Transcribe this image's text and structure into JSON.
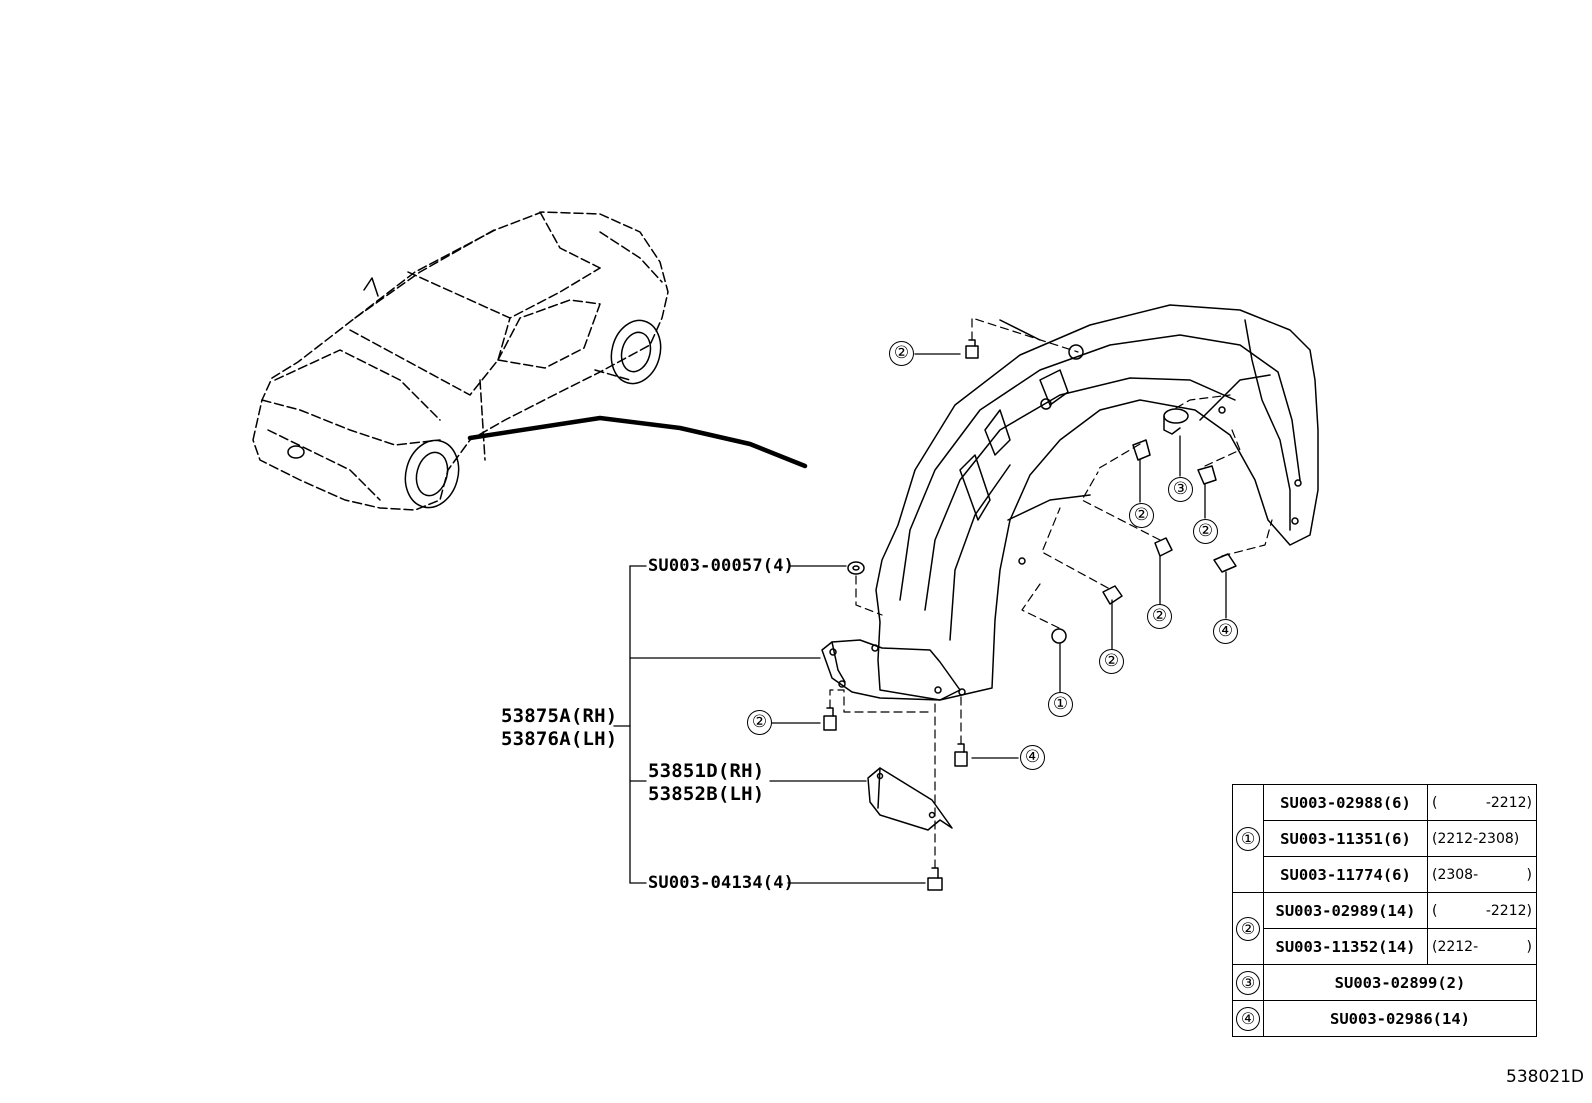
{
  "labels": {
    "clip_00057": "SU003-00057(4)",
    "liner": [
      "53875A(RH)",
      "53876A(LH)"
    ],
    "bracket": [
      "53851D(RH)",
      "53852B(LH)"
    ],
    "bolt_04134": "SU003-04134(4)"
  },
  "callouts": [
    "②",
    "②",
    "③",
    "②",
    "②",
    "②",
    "④",
    "①",
    "②",
    "④"
  ],
  "legend": {
    "groups": [
      {
        "key": "①",
        "rows": [
          {
            "part": "SU003-02988(6)",
            "range_open": "(",
            "range_text": "-2212)"
          },
          {
            "part": "SU003-11351(6)",
            "range_open": "",
            "range_text": "(2212-2308)"
          },
          {
            "part": "SU003-11774(6)",
            "range_open": "(2308-",
            "range_text": ")"
          }
        ]
      },
      {
        "key": "②",
        "rows": [
          {
            "part": "SU003-02989(14)",
            "range_open": "(",
            "range_text": "-2212)"
          },
          {
            "part": "SU003-11352(14)",
            "range_open": "(2212-",
            "range_text": ")"
          }
        ]
      },
      {
        "key": "③",
        "part": "SU003-02899(2)"
      },
      {
        "key": "④",
        "part": "SU003-02986(14)"
      }
    ]
  },
  "figure_id": "538021D"
}
